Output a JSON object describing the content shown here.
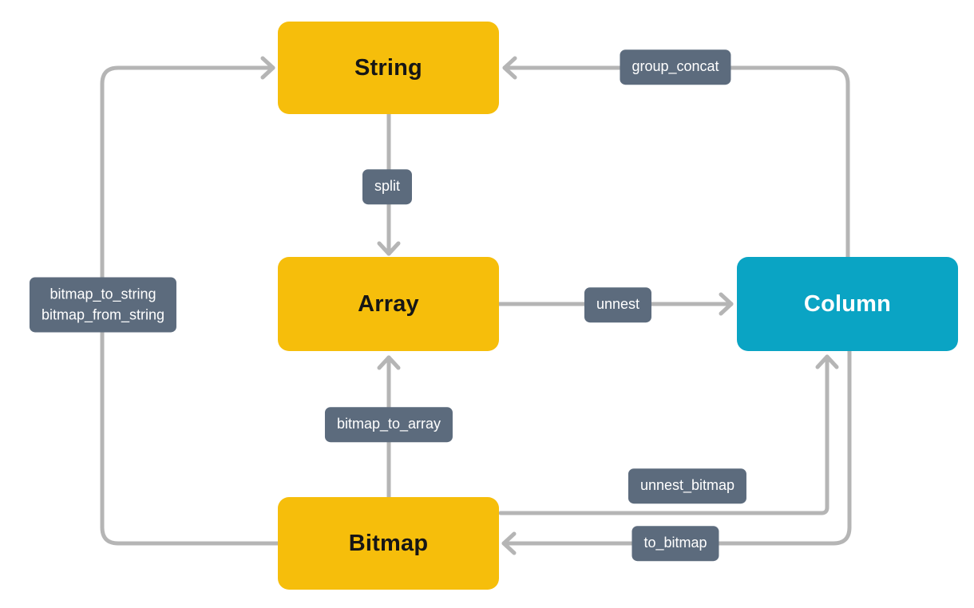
{
  "nodes": {
    "string": {
      "label": "String"
    },
    "array": {
      "label": "Array"
    },
    "bitmap": {
      "label": "Bitmap"
    },
    "column": {
      "label": "Column"
    }
  },
  "edges": {
    "split": {
      "label": "split",
      "from": "String",
      "to": "Array"
    },
    "bitmap_to_array": {
      "label": "bitmap_to_array",
      "from": "Bitmap",
      "to": "Array"
    },
    "unnest": {
      "label": "unnest",
      "from": "Array",
      "to": "Column"
    },
    "group_concat": {
      "label": "group_concat",
      "from": "Column",
      "to": "String"
    },
    "unnest_bitmap": {
      "label": "unnest_bitmap",
      "from": "Bitmap",
      "to": "Column"
    },
    "to_bitmap": {
      "label": "to_bitmap",
      "from": "Column",
      "to": "Bitmap"
    },
    "bitmap_string": {
      "line1": "bitmap_to_string",
      "line2": "bitmap_from_string",
      "from": "Bitmap",
      "to": "String"
    }
  },
  "colors": {
    "node_yellow": "#F6BE0B",
    "node_teal": "#0AA4C4",
    "edge_label_bg": "#5C6B7D",
    "edge_label_text": "#FFFFFF",
    "arrow": "#B5B5B5",
    "node_text_dark": "#161616",
    "node_text_light": "#FFFFFF",
    "background": "#FFFFFF"
  }
}
